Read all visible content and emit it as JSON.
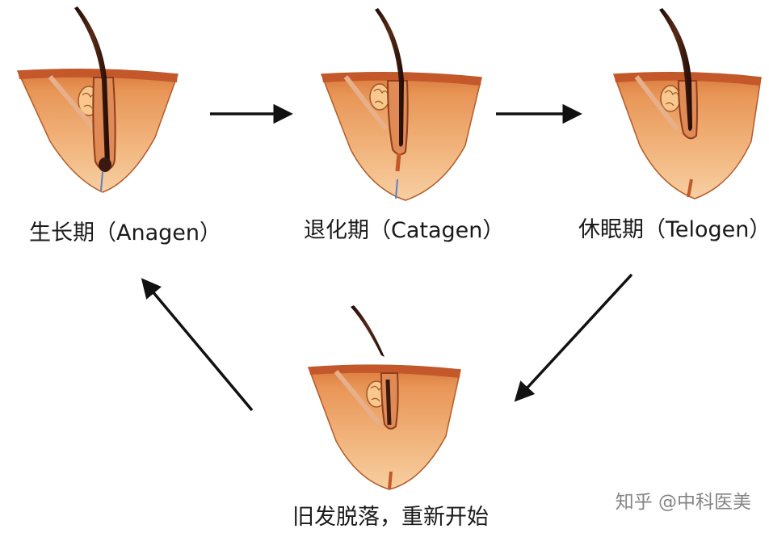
{
  "stages": [
    {
      "label": "生长期（Anagen）"
    },
    {
      "label": "退化期（Catagen）"
    },
    {
      "label": "休眠期（Telogen）"
    },
    {
      "label": "旧发脱落，重新开始"
    }
  ],
  "watermark": "知乎 @中科医美",
  "colors": {
    "skin_surface": "#c9642e",
    "dermis": "#eba06a",
    "dermis_light": "#f6c79a",
    "hair": "#3a1a10",
    "gland": "#f4b77e",
    "arrow": "#111111"
  }
}
